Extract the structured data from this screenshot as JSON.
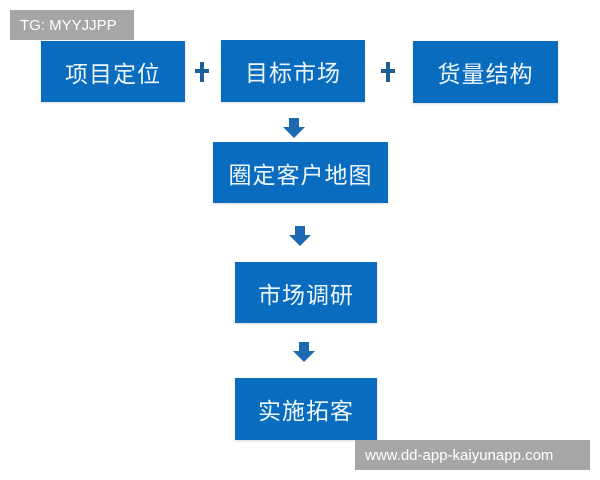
{
  "overlay": {
    "tag_label": "TG: MYYJJPP",
    "watermark": "www.dd-app-kaiyunapp.com"
  },
  "diagram": {
    "top_row": [
      {
        "label": "项目定位"
      },
      {
        "label": "目标市场"
      },
      {
        "label": "货量结构"
      }
    ],
    "connectors": {
      "top_row": "plus",
      "flow": "down-arrow"
    },
    "flow": [
      {
        "label": "圈定客户地图"
      },
      {
        "label": "市场调研"
      },
      {
        "label": "实施拓客"
      }
    ],
    "colors": {
      "box": "#0a6cbf",
      "text": "#eef5fb",
      "connector": "#1b68b3",
      "badge": "#a6a6a6"
    }
  }
}
